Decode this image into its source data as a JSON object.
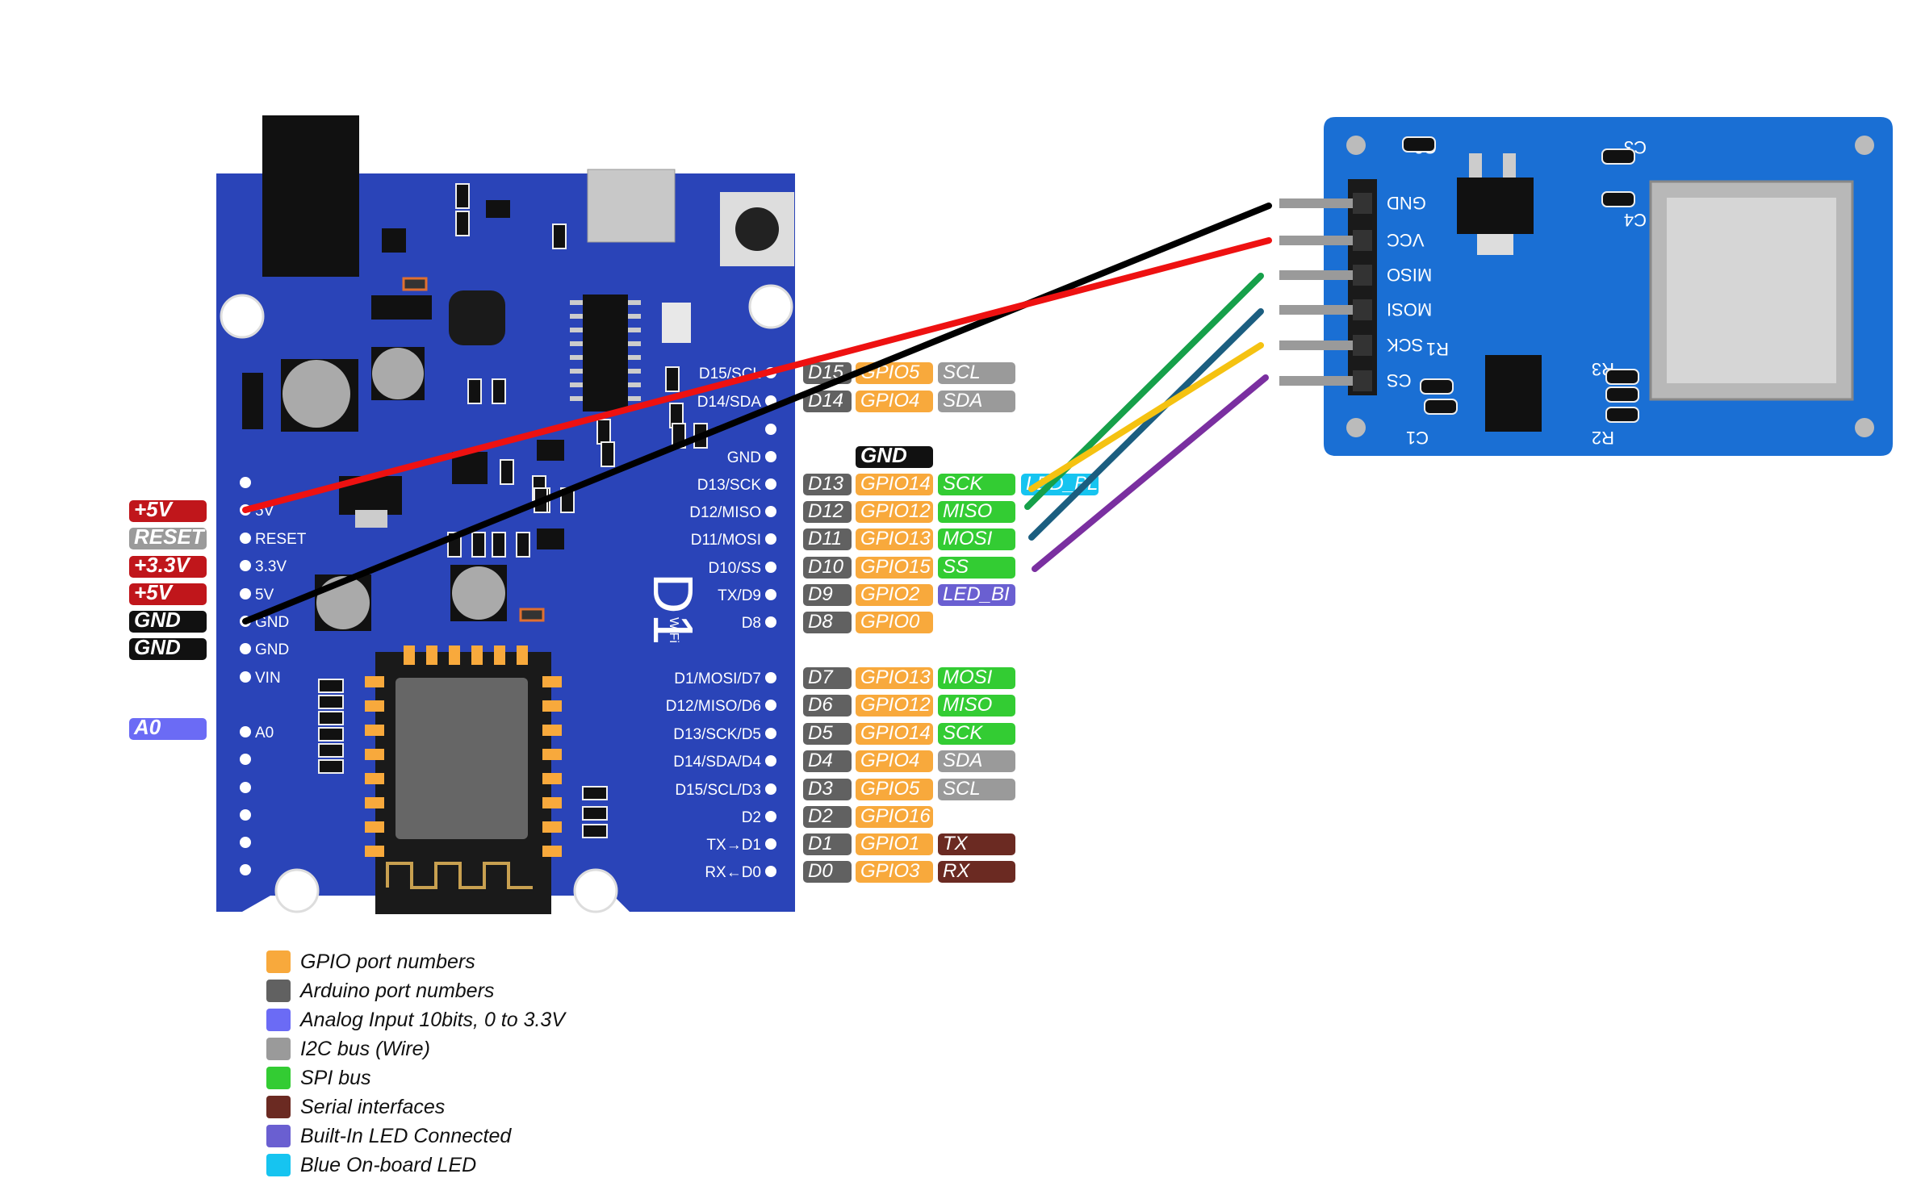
{
  "colors": {
    "gpio": "#f8a93c",
    "arduino": "#616161",
    "analog": "#6b6bf5",
    "i2c": "#9a9a9a",
    "spi": "#33cc33",
    "serial": "#6b2a22",
    "builtin_led": "#6a5fd1",
    "blue_led": "#16c4f0",
    "power": "#c0161b",
    "gnd": "#111111",
    "board_blue": "#2a44b8",
    "sd_blue": "#1a6fd4"
  },
  "board": {
    "logo": "D1",
    "sublogo": "WiFi"
  },
  "left_tags": [
    {
      "text": "+5V",
      "color": "power"
    },
    {
      "text": "RESET",
      "color": "i2c"
    },
    {
      "text": "+3.3V",
      "color": "power"
    },
    {
      "text": "+5V",
      "color": "power"
    },
    {
      "text": "GND",
      "color": "gnd"
    },
    {
      "text": "GND",
      "color": "gnd"
    },
    {
      "text": "A0",
      "color": "analog"
    }
  ],
  "left_pins": [
    "5V",
    "RESET",
    "3.3V",
    "5V",
    "GND",
    "GND",
    "VIN",
    "A0"
  ],
  "right_pins_top": [
    "D15/SCL",
    "D14/SDA",
    "GND",
    "D13/SCK",
    "D12/MISO",
    "D11/MOSI",
    "D10/SS",
    "TX/D9",
    "D8"
  ],
  "right_pins_bottom": [
    "D1/MOSI/D7",
    "D12/MISO/D6",
    "D13/SCK/D5",
    "D14/SDA/D4",
    "D15/SCL/D3",
    "D2",
    "TX→D1",
    "RX←D0"
  ],
  "rows_top": [
    {
      "port": "D15",
      "gpio": "GPIO5",
      "func": "SCL",
      "func_color": "i2c"
    },
    {
      "port": "D14",
      "gpio": "GPIO4",
      "func": "SDA",
      "func_color": "i2c"
    },
    {
      "gnd": "GND"
    },
    {
      "port": "D13",
      "gpio": "GPIO14",
      "func": "SCK",
      "func_color": "spi",
      "extra": "LED_BL",
      "extra_color": "blue_led"
    },
    {
      "port": "D12",
      "gpio": "GPIO12",
      "func": "MISO",
      "func_color": "spi"
    },
    {
      "port": "D11",
      "gpio": "GPIO13",
      "func": "MOSI",
      "func_color": "spi"
    },
    {
      "port": "D10",
      "gpio": "GPIO15",
      "func": "SS",
      "func_color": "spi"
    },
    {
      "port": "D9",
      "gpio": "GPIO2",
      "func": "LED_BI",
      "func_color": "builtin_led"
    },
    {
      "port": "D8",
      "gpio": "GPIO0"
    }
  ],
  "rows_bottom": [
    {
      "port": "D7",
      "gpio": "GPIO13",
      "func": "MOSI",
      "func_color": "spi"
    },
    {
      "port": "D6",
      "gpio": "GPIO12",
      "func": "MISO",
      "func_color": "spi"
    },
    {
      "port": "D5",
      "gpio": "GPIO14",
      "func": "SCK",
      "func_color": "spi"
    },
    {
      "port": "D4",
      "gpio": "GPIO4",
      "func": "SDA",
      "func_color": "i2c"
    },
    {
      "port": "D3",
      "gpio": "GPIO5",
      "func": "SCL",
      "func_color": "i2c"
    },
    {
      "port": "D2",
      "gpio": "GPIO16"
    },
    {
      "port": "D1",
      "gpio": "GPIO1",
      "func": "TX",
      "func_color": "serial"
    },
    {
      "port": "D0",
      "gpio": "GPIO3",
      "func": "RX",
      "func_color": "serial"
    }
  ],
  "sd_module": {
    "pins": [
      "GND",
      "VCC",
      "MISO",
      "MOSI",
      "SCK",
      "CS"
    ],
    "components": [
      "C2",
      "C3",
      "C4",
      "C1",
      "R1",
      "R2",
      "R3"
    ]
  },
  "wires": [
    {
      "name": "gnd-wire",
      "color": "#000000"
    },
    {
      "name": "vcc-wire",
      "color": "#ee1111"
    },
    {
      "name": "miso-wire",
      "color": "#16a04a"
    },
    {
      "name": "mosi-wire",
      "color": "#1b5e80"
    },
    {
      "name": "sck-wire",
      "color": "#f5c211"
    },
    {
      "name": "cs-wire",
      "color": "#7a2fa0"
    }
  ],
  "legend": [
    {
      "text": "GPIO port numbers",
      "color": "gpio"
    },
    {
      "text": "Arduino port numbers",
      "color": "arduino"
    },
    {
      "text": "Analog Input 10bits, 0 to 3.3V",
      "color": "analog"
    },
    {
      "text": "I2C bus (Wire)",
      "color": "i2c"
    },
    {
      "text": "SPI bus",
      "color": "spi"
    },
    {
      "text": "Serial interfaces",
      "color": "serial"
    },
    {
      "text": "Built-In LED Connected",
      "color": "builtin_led"
    },
    {
      "text": "Blue On-board LED",
      "color": "blue_led"
    }
  ]
}
